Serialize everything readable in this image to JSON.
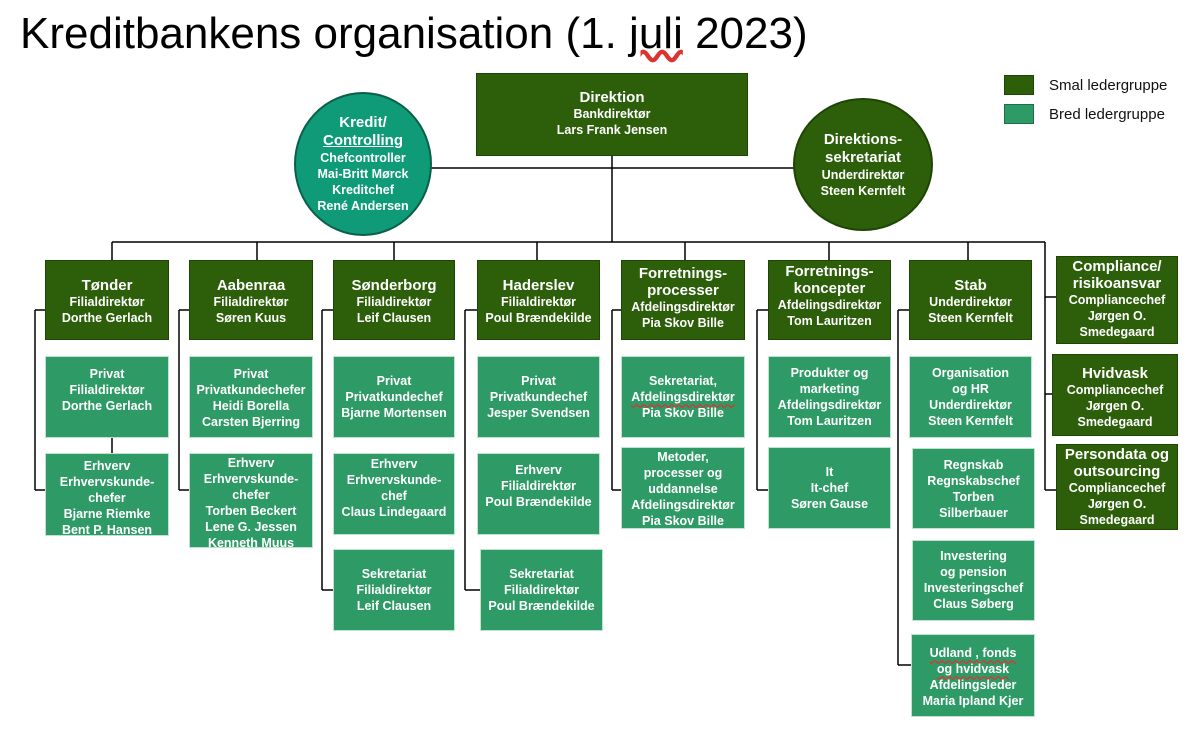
{
  "title": {
    "prefix": "Kreditbankens organisation (1. ",
    "wavy": "juli",
    "suffix": " 2023)"
  },
  "legend": {
    "items": [
      {
        "label": "Smal ledergruppe",
        "color": "#2d5f0b"
      },
      {
        "label": "Bred ledergruppe",
        "color": "#2e9a66"
      }
    ]
  },
  "direktion": {
    "name": "Direktion",
    "role": "Bankdirektør",
    "person": "Lars Frank Jensen"
  },
  "kredit": {
    "name1": "Kredit/",
    "name2": "Controlling",
    "l1": "Chefcontroller",
    "l2": "Mai-Britt Mørck",
    "l3": "Kreditchef",
    "l4": "René Andersen"
  },
  "sekretariat": {
    "name1": "Direktions-",
    "name2": "sekretariat",
    "l1": "Underdirektør",
    "l2": "Steen Kernfelt"
  },
  "columns": {
    "toender": {
      "head": [
        "Tønder",
        "Filialdirektør",
        "Dorthe Gerlach"
      ],
      "sub": [
        [
          "Privat",
          "Filialdirektør",
          "Dorthe Gerlach"
        ],
        [
          "Erhverv",
          "Erhvervskunde-",
          "chefer",
          "Bjarne Riemke",
          "Bent P. Hansen"
        ]
      ]
    },
    "aabenraa": {
      "head": [
        "Aabenraa",
        "Filialdirektør",
        "Søren Kuus"
      ],
      "sub": [
        [
          "Privat",
          "Privatkundechefer",
          "Heidi Borella",
          "Carsten Bjerring"
        ],
        [
          "Erhverv",
          "Erhvervskunde-",
          "chefer",
          "Torben Beckert",
          "Lene G. Jessen",
          "Kenneth Muus"
        ]
      ]
    },
    "soenderborg": {
      "head": [
        "Sønderborg",
        "Filialdirektør",
        "Leif Clausen"
      ],
      "sub": [
        [
          "Privat",
          "Privatkundechef",
          "Bjarne Mortensen"
        ],
        [
          "Erhverv",
          "Erhvervskunde-",
          "chef",
          "Claus Lindegaard"
        ],
        [
          "Sekretariat",
          "Filialdirektør",
          "Leif Clausen"
        ]
      ]
    },
    "haderslev": {
      "head": [
        "Haderslev",
        "Filialdirektør",
        "Poul Brændekilde"
      ],
      "sub": [
        [
          "Privat",
          "Privatkundechef",
          "Jesper Svendsen"
        ],
        [
          "Erhverv",
          "Filialdirektør",
          "Poul Brændekilde"
        ],
        [
          "Sekretariat",
          "Filialdirektør",
          "Poul Brændekilde"
        ]
      ]
    },
    "processer": {
      "head": [
        "Forretnings-",
        "processer",
        "Afdelingsdirektør",
        "Pia Skov Bille"
      ],
      "sub": [
        [
          "Sekretariat,",
          "Afdelingsdirektør",
          "Pia Skov Bille"
        ],
        [
          "Metoder,",
          "processer og",
          "uddannelse",
          "Afdelingsdirektør",
          "Pia Skov Bille"
        ]
      ]
    },
    "koncepter": {
      "head": [
        "Forretnings-",
        "koncepter",
        "Afdelingsdirektør",
        "Tom Lauritzen"
      ],
      "sub": [
        [
          "Produkter og",
          "marketing",
          "Afdelingsdirektør",
          "Tom Lauritzen"
        ],
        [
          "It",
          "It-chef",
          "Søren Gause"
        ]
      ]
    },
    "stab": {
      "head": [
        "Stab",
        "Underdirektør",
        "Steen Kernfelt"
      ],
      "sub": [
        [
          "Organisation",
          "og HR",
          "Underdirektør",
          "Steen Kernfelt"
        ],
        [
          "Regnskab",
          "Regnskabschef",
          "Torben",
          "Silberbauer"
        ],
        [
          "Investering",
          "og pension",
          "Investeringschef",
          "Claus Søberg"
        ],
        [
          "Udland , fonds",
          "og hvidvask",
          "Afdelingsleder",
          "Maria Ipland Kjer"
        ]
      ]
    },
    "compliance": {
      "boxes": [
        [
          "Compliance/",
          "risikoansvar",
          "Compliancechef",
          "Jørgen O.",
          "Smedegaard"
        ],
        [
          "Hvidvask",
          "Compliancechef",
          "Jørgen O.",
          "Smedegaard"
        ],
        [
          "Persondata og",
          "outsourcing",
          "Compliancechef",
          "Jørgen O.",
          "Smedegaard"
        ]
      ]
    }
  }
}
